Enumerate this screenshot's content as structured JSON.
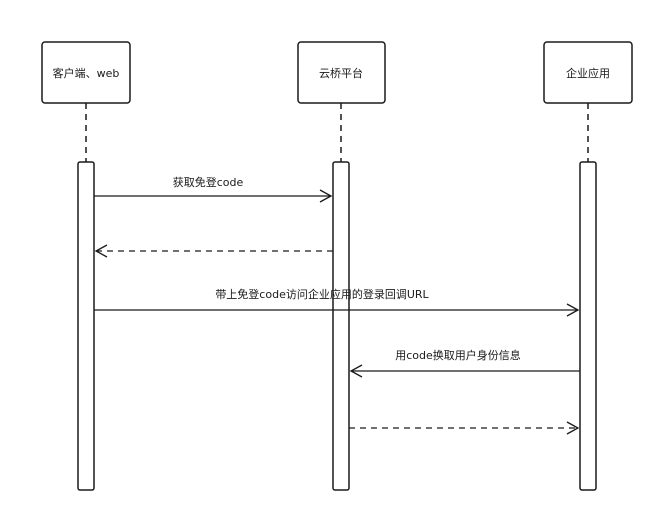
{
  "participants": [
    {
      "id": "client",
      "label": "客户端、web"
    },
    {
      "id": "bridge",
      "label": "云桥平台"
    },
    {
      "id": "enterprise",
      "label": "企业应用"
    }
  ],
  "messages": [
    {
      "from": "client",
      "to": "bridge",
      "label": "获取免登code",
      "style": "solid"
    },
    {
      "from": "bridge",
      "to": "client",
      "label": "",
      "style": "dashed"
    },
    {
      "from": "client",
      "to": "enterprise",
      "label": "带上免登code访问企业应用的登录回调URL",
      "style": "solid"
    },
    {
      "from": "enterprise",
      "to": "bridge",
      "label": "用code换取用户身份信息",
      "style": "solid"
    },
    {
      "from": "bridge",
      "to": "enterprise",
      "label": "",
      "style": "dashed"
    }
  ],
  "colors": {
    "stroke": "#1a1a1a",
    "background": "#ffffff"
  }
}
